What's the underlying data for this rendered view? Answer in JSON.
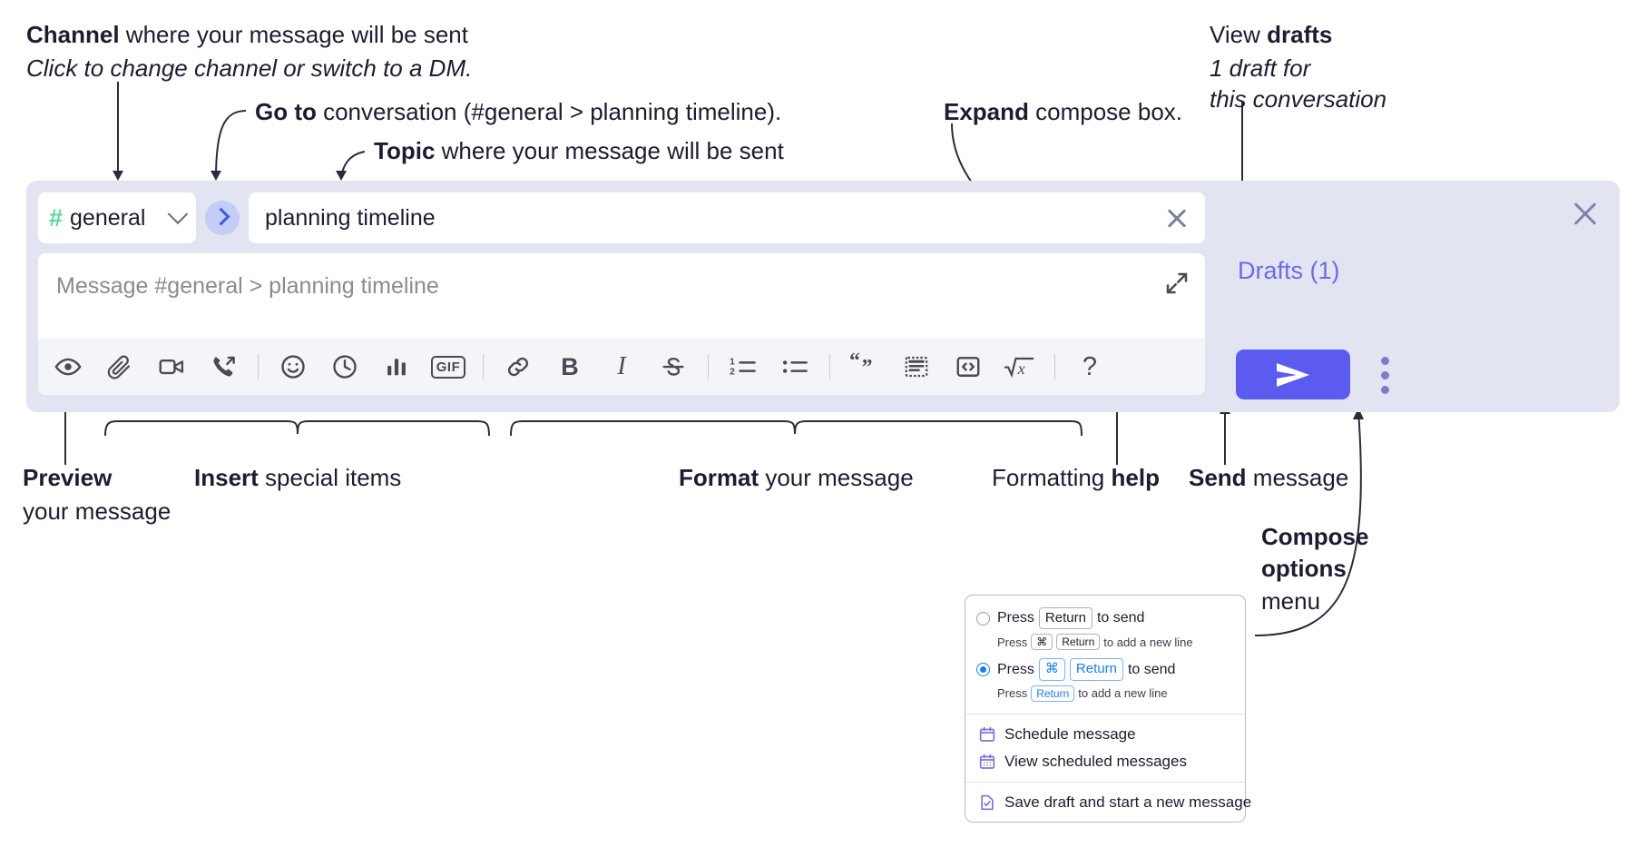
{
  "annotations": {
    "channel": {
      "bold": "Channel",
      "rest": " where your message will be sent",
      "sub": "Click to change channel or switch to a DM."
    },
    "goto": {
      "bold": "Go to",
      "rest": " conversation (#general > planning timeline)."
    },
    "topic": {
      "bold": "Topic",
      "rest": " where your message will be sent"
    },
    "expand": {
      "bold": "Expand",
      "rest": " compose box."
    },
    "drafts": {
      "rest": "View ",
      "bold": "drafts",
      "sub_line1": "1 draft for",
      "sub_line2": "this conversation"
    },
    "preview": {
      "bold": "Preview",
      "line2": "your message"
    },
    "insert": {
      "bold": "Insert",
      "rest": " special items"
    },
    "format": {
      "bold": "Format",
      "rest": " your message"
    },
    "help": {
      "rest": "Formatting ",
      "bold": "help"
    },
    "send": {
      "bold": "Send",
      "rest": " message"
    },
    "compose_options": {
      "line1": "Compose",
      "line2": "options",
      "line3": "menu"
    }
  },
  "compose": {
    "channel_name": "general",
    "channel_hash": "#",
    "topic_value": "planning timeline",
    "message_placeholder": "Message #general > planning timeline",
    "drafts_label": "Drafts (1)",
    "toolbar": [
      {
        "name": "preview-icon",
        "label": "Preview"
      },
      {
        "name": "attachment-icon",
        "label": "Attach file"
      },
      {
        "name": "video-icon",
        "label": "Record video clip"
      },
      {
        "name": "audio-call-icon",
        "label": "Record audio clip"
      },
      {
        "name": "separator",
        "label": ""
      },
      {
        "name": "emoji-icon",
        "label": "Emoji"
      },
      {
        "name": "clock-icon",
        "label": "Reminder"
      },
      {
        "name": "poll-icon",
        "label": "Poll"
      },
      {
        "name": "gif-icon",
        "label": "GIF"
      },
      {
        "name": "separator",
        "label": ""
      },
      {
        "name": "link-icon",
        "label": "Link"
      },
      {
        "name": "bold-icon",
        "label": "B"
      },
      {
        "name": "italic-icon",
        "label": "I"
      },
      {
        "name": "strikethrough-icon",
        "label": "Strikethrough"
      },
      {
        "name": "separator",
        "label": ""
      },
      {
        "name": "ordered-list-icon",
        "label": "Numbered list"
      },
      {
        "name": "bulleted-list-icon",
        "label": "Bulleted list"
      },
      {
        "name": "separator",
        "label": ""
      },
      {
        "name": "quote-icon",
        "label": "Quote"
      },
      {
        "name": "code-block-icon",
        "label": "Code block"
      },
      {
        "name": "code-icon",
        "label": "Code"
      },
      {
        "name": "math-icon",
        "label": "Math"
      },
      {
        "name": "separator",
        "label": ""
      },
      {
        "name": "help-icon",
        "label": "?"
      }
    ]
  },
  "options_menu": {
    "radio1": {
      "selected": false,
      "main_pre": "Press",
      "main_key": "Return",
      "main_post": "to send",
      "sub_pre": "Press",
      "sub_key1": "⌘",
      "sub_key2": "Return",
      "sub_post": "to add a new line"
    },
    "radio2": {
      "selected": true,
      "main_pre": "Press",
      "main_key1": "⌘",
      "main_key2": "Return",
      "main_post": "to send",
      "sub_pre": "Press",
      "sub_key": "Return",
      "sub_post": "to add a new line"
    },
    "items": [
      {
        "icon": "calendar-icon",
        "label": "Schedule message"
      },
      {
        "icon": "calendar-grid-icon",
        "label": "View scheduled messages"
      },
      {
        "icon": "save-draft-icon",
        "label": "Save draft and start a new message"
      }
    ]
  },
  "colors": {
    "panel_bg": "#e2e4f2",
    "send_button": "#5b5bef",
    "drafts_text": "#6c6ce0",
    "hash_green": "#5fd6a0",
    "goto_circle": "#c3cdf7",
    "radio_blue": "#1b7ced"
  }
}
